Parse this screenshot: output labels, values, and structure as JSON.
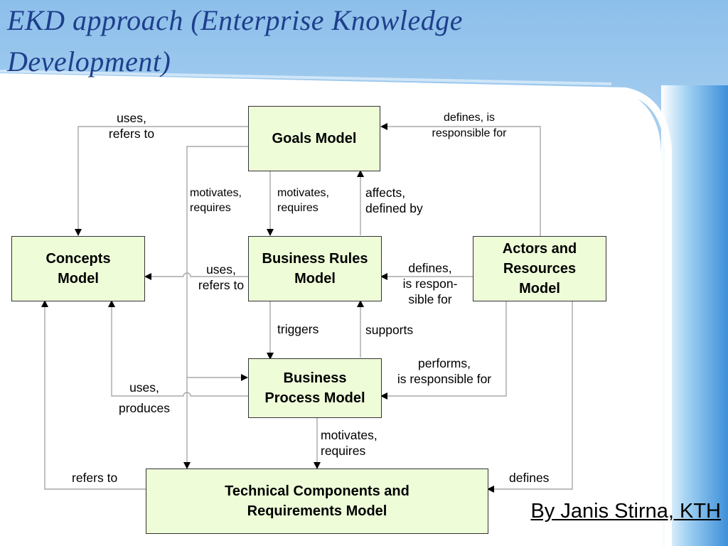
{
  "slide": {
    "title_line1": "EKD approach (Enterprise Knowledge",
    "title_line2": "Development)",
    "author": "By Janis Stirna, KTH"
  },
  "models": {
    "goals": "Goals Model",
    "concepts_1": "Concepts",
    "concepts_2": "Model",
    "rules_1": "Business Rules",
    "rules_2": "Model",
    "actors_1": "Actors and",
    "actors_2": "Resources",
    "actors_3": "Model",
    "process_1": "Business",
    "process_2": "Process Model",
    "technical_1": "Technical Components and",
    "technical_2": "Requirements Model"
  },
  "relations": {
    "uses_refers_1": "uses,",
    "uses_refers_2": "refers to",
    "defines_is_1": "defines, is",
    "defines_is_2": "responsible for",
    "motivates_left_1": "motivates,",
    "motivates_left_2": "requires",
    "motivates_mid_1": "motivates,",
    "motivates_mid_2": "requires",
    "affects_1": "affects,",
    "affects_2": "defined by",
    "rules_uses_1": "uses,",
    "rules_uses_2": "refers to",
    "actors_defines_1": "defines,",
    "actors_defines_2": "is respon-",
    "actors_defines_3": "sible for",
    "triggers": "triggers",
    "supports": "supports",
    "performs_1": "performs,",
    "performs_2": "is responsible for",
    "uses_produces_1": "uses,",
    "uses_produces_2": "produces",
    "process_motivates_1": "motivates,",
    "process_motivates_2": "requires",
    "refers_to": "refers to",
    "defines": "defines"
  },
  "colors": {
    "title": "#1e3f8c",
    "box_fill": "#eefcd8",
    "link_line": "#a8a8a8",
    "arrow_head": "#000000",
    "panel_accent": "#4aa0e0"
  }
}
